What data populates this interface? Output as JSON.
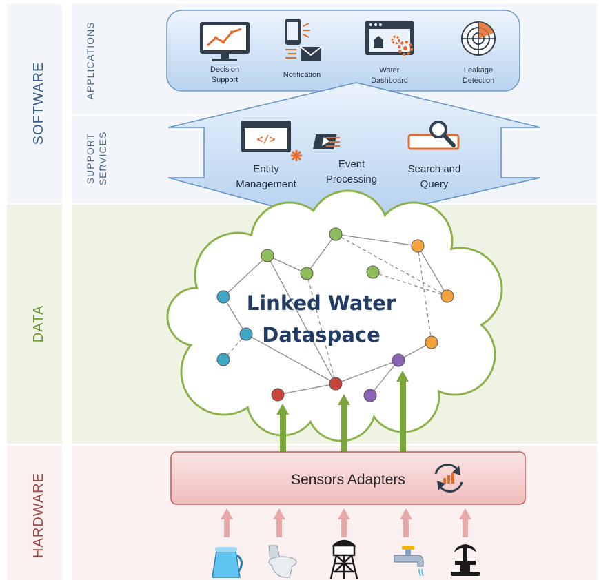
{
  "layers": {
    "software": "SOFTWARE",
    "applications": "APPLICATIONS",
    "support_services": [
      "SUPPORT",
      "SERVICES"
    ],
    "data": "DATA",
    "hardware": "HARDWARE"
  },
  "applications": [
    {
      "icon": "monitor-chart-icon",
      "caption": [
        "Decision",
        "Support"
      ]
    },
    {
      "icon": "phone-mail-icon",
      "caption": [
        "Notification"
      ]
    },
    {
      "icon": "dashboard-gear-icon",
      "caption": [
        "Water",
        "Dashboard"
      ]
    },
    {
      "icon": "radar-target-icon",
      "caption": [
        "Leakage",
        "Detection"
      ]
    }
  ],
  "support_services": [
    {
      "icon": "code-window-icon",
      "caption": [
        "Entity",
        "Management"
      ]
    },
    {
      "icon": "film-event-icon",
      "caption": [
        "Event",
        "Processing"
      ]
    },
    {
      "icon": "search-bar-icon",
      "caption": [
        "Search and",
        "Query"
      ]
    }
  ],
  "dataspace": {
    "title": [
      "Linked Water",
      "Dataspace"
    ]
  },
  "adapters": {
    "label": "Sensors Adapters",
    "icon": "refresh-chart-icon"
  },
  "devices": [
    "kettle-icon",
    "toilet-icon",
    "water-tower-icon",
    "faucet-icon",
    "fountain-icon"
  ],
  "colors": {
    "software_text": "#3a5f8a",
    "data_text": "#6a9a3a",
    "hardware_text": "#a04848",
    "node_green": "#8fbc5a",
    "node_blue": "#3fa6c8",
    "node_orange": "#f3a23c",
    "node_purple": "#8a63b5",
    "node_red": "#c8443a",
    "arrow_green": "#7aa63c",
    "arrow_pink": "#e9a8a8"
  }
}
